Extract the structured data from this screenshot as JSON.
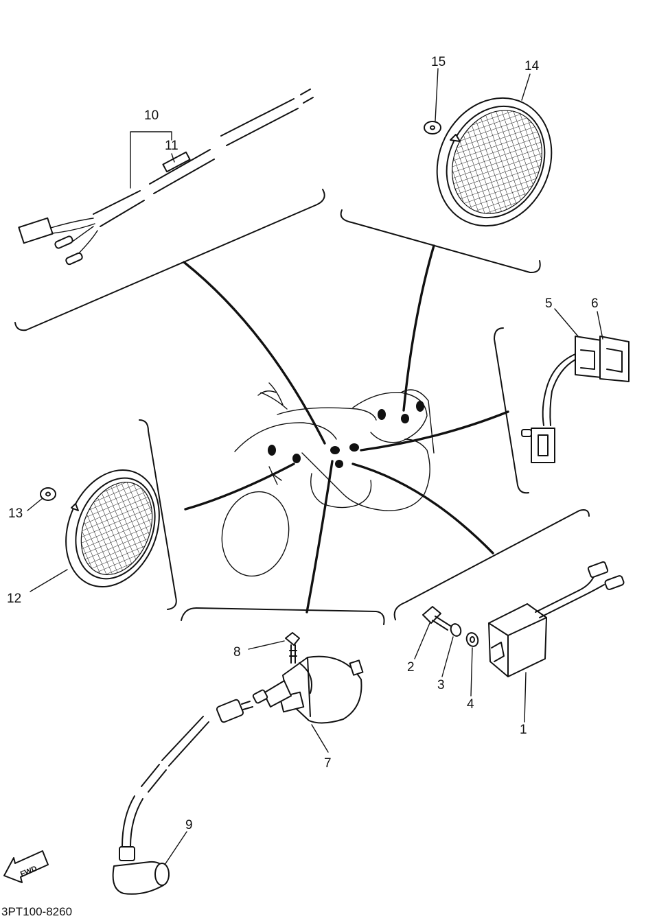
{
  "diagram": {
    "drawing_code": "3PT100-8260",
    "direction_marker": "FWD",
    "parts": [
      {
        "id": "part-1",
        "number": "1"
      },
      {
        "id": "part-2",
        "number": "2"
      },
      {
        "id": "part-3",
        "number": "3"
      },
      {
        "id": "part-4",
        "number": "4"
      },
      {
        "id": "part-5",
        "number": "5"
      },
      {
        "id": "part-6",
        "number": "6"
      },
      {
        "id": "part-7",
        "number": "7"
      },
      {
        "id": "part-8",
        "number": "8"
      },
      {
        "id": "part-9",
        "number": "9"
      },
      {
        "id": "part-10",
        "number": "10"
      },
      {
        "id": "part-11",
        "number": "11"
      },
      {
        "id": "part-12",
        "number": "12"
      },
      {
        "id": "part-13",
        "number": "13"
      },
      {
        "id": "part-14",
        "number": "14"
      },
      {
        "id": "part-15",
        "number": "15"
      }
    ]
  }
}
